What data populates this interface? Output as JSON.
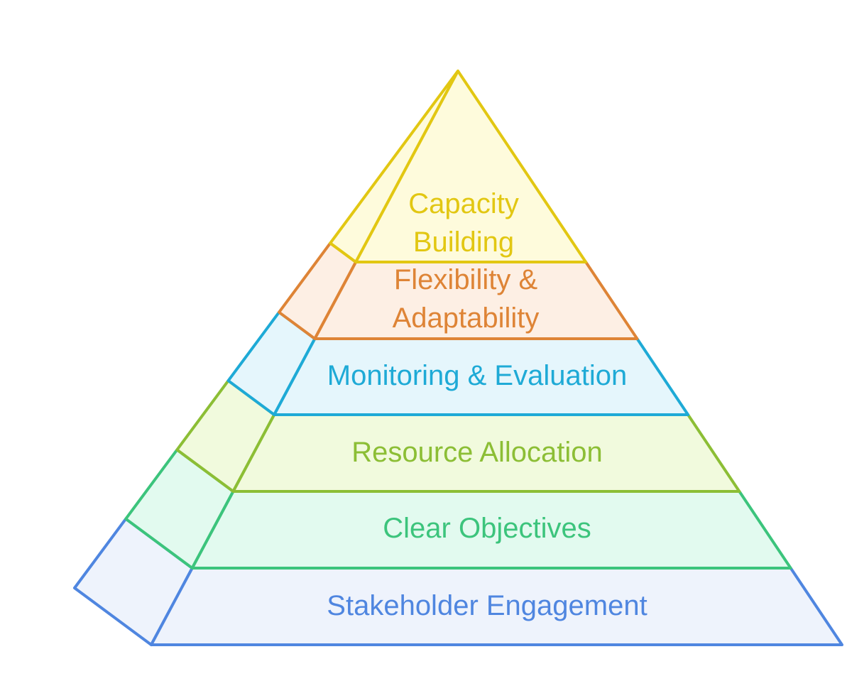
{
  "tiers": [
    {
      "label_lines": [
        "Stakeholder Engagement"
      ],
      "stroke": "#4f86e0",
      "fill": "#eef3fc",
      "side_fill": "#eef3fc"
    },
    {
      "label_lines": [
        "Clear Objectives"
      ],
      "stroke": "#3cc47c",
      "fill": "#e2faef",
      "side_fill": "#e2faef"
    },
    {
      "label_lines": [
        "Resource Allocation"
      ],
      "stroke": "#8cbe35",
      "fill": "#f1fadd",
      "side_fill": "#f1fadd"
    },
    {
      "label_lines": [
        "Monitoring & Evaluation"
      ],
      "stroke": "#1eaad6",
      "fill": "#e5f6fc",
      "side_fill": "#e5f6fc"
    },
    {
      "label_lines": [
        "Flexibility &",
        "Adaptability"
      ],
      "stroke": "#de8436",
      "fill": "#fdefe4",
      "side_fill": "#fdefe4"
    },
    {
      "label_lines": [
        "Capacity",
        "Building"
      ],
      "stroke": "#e2c712",
      "fill": "#fefbdc",
      "side_fill": "#fefbdc"
    }
  ]
}
